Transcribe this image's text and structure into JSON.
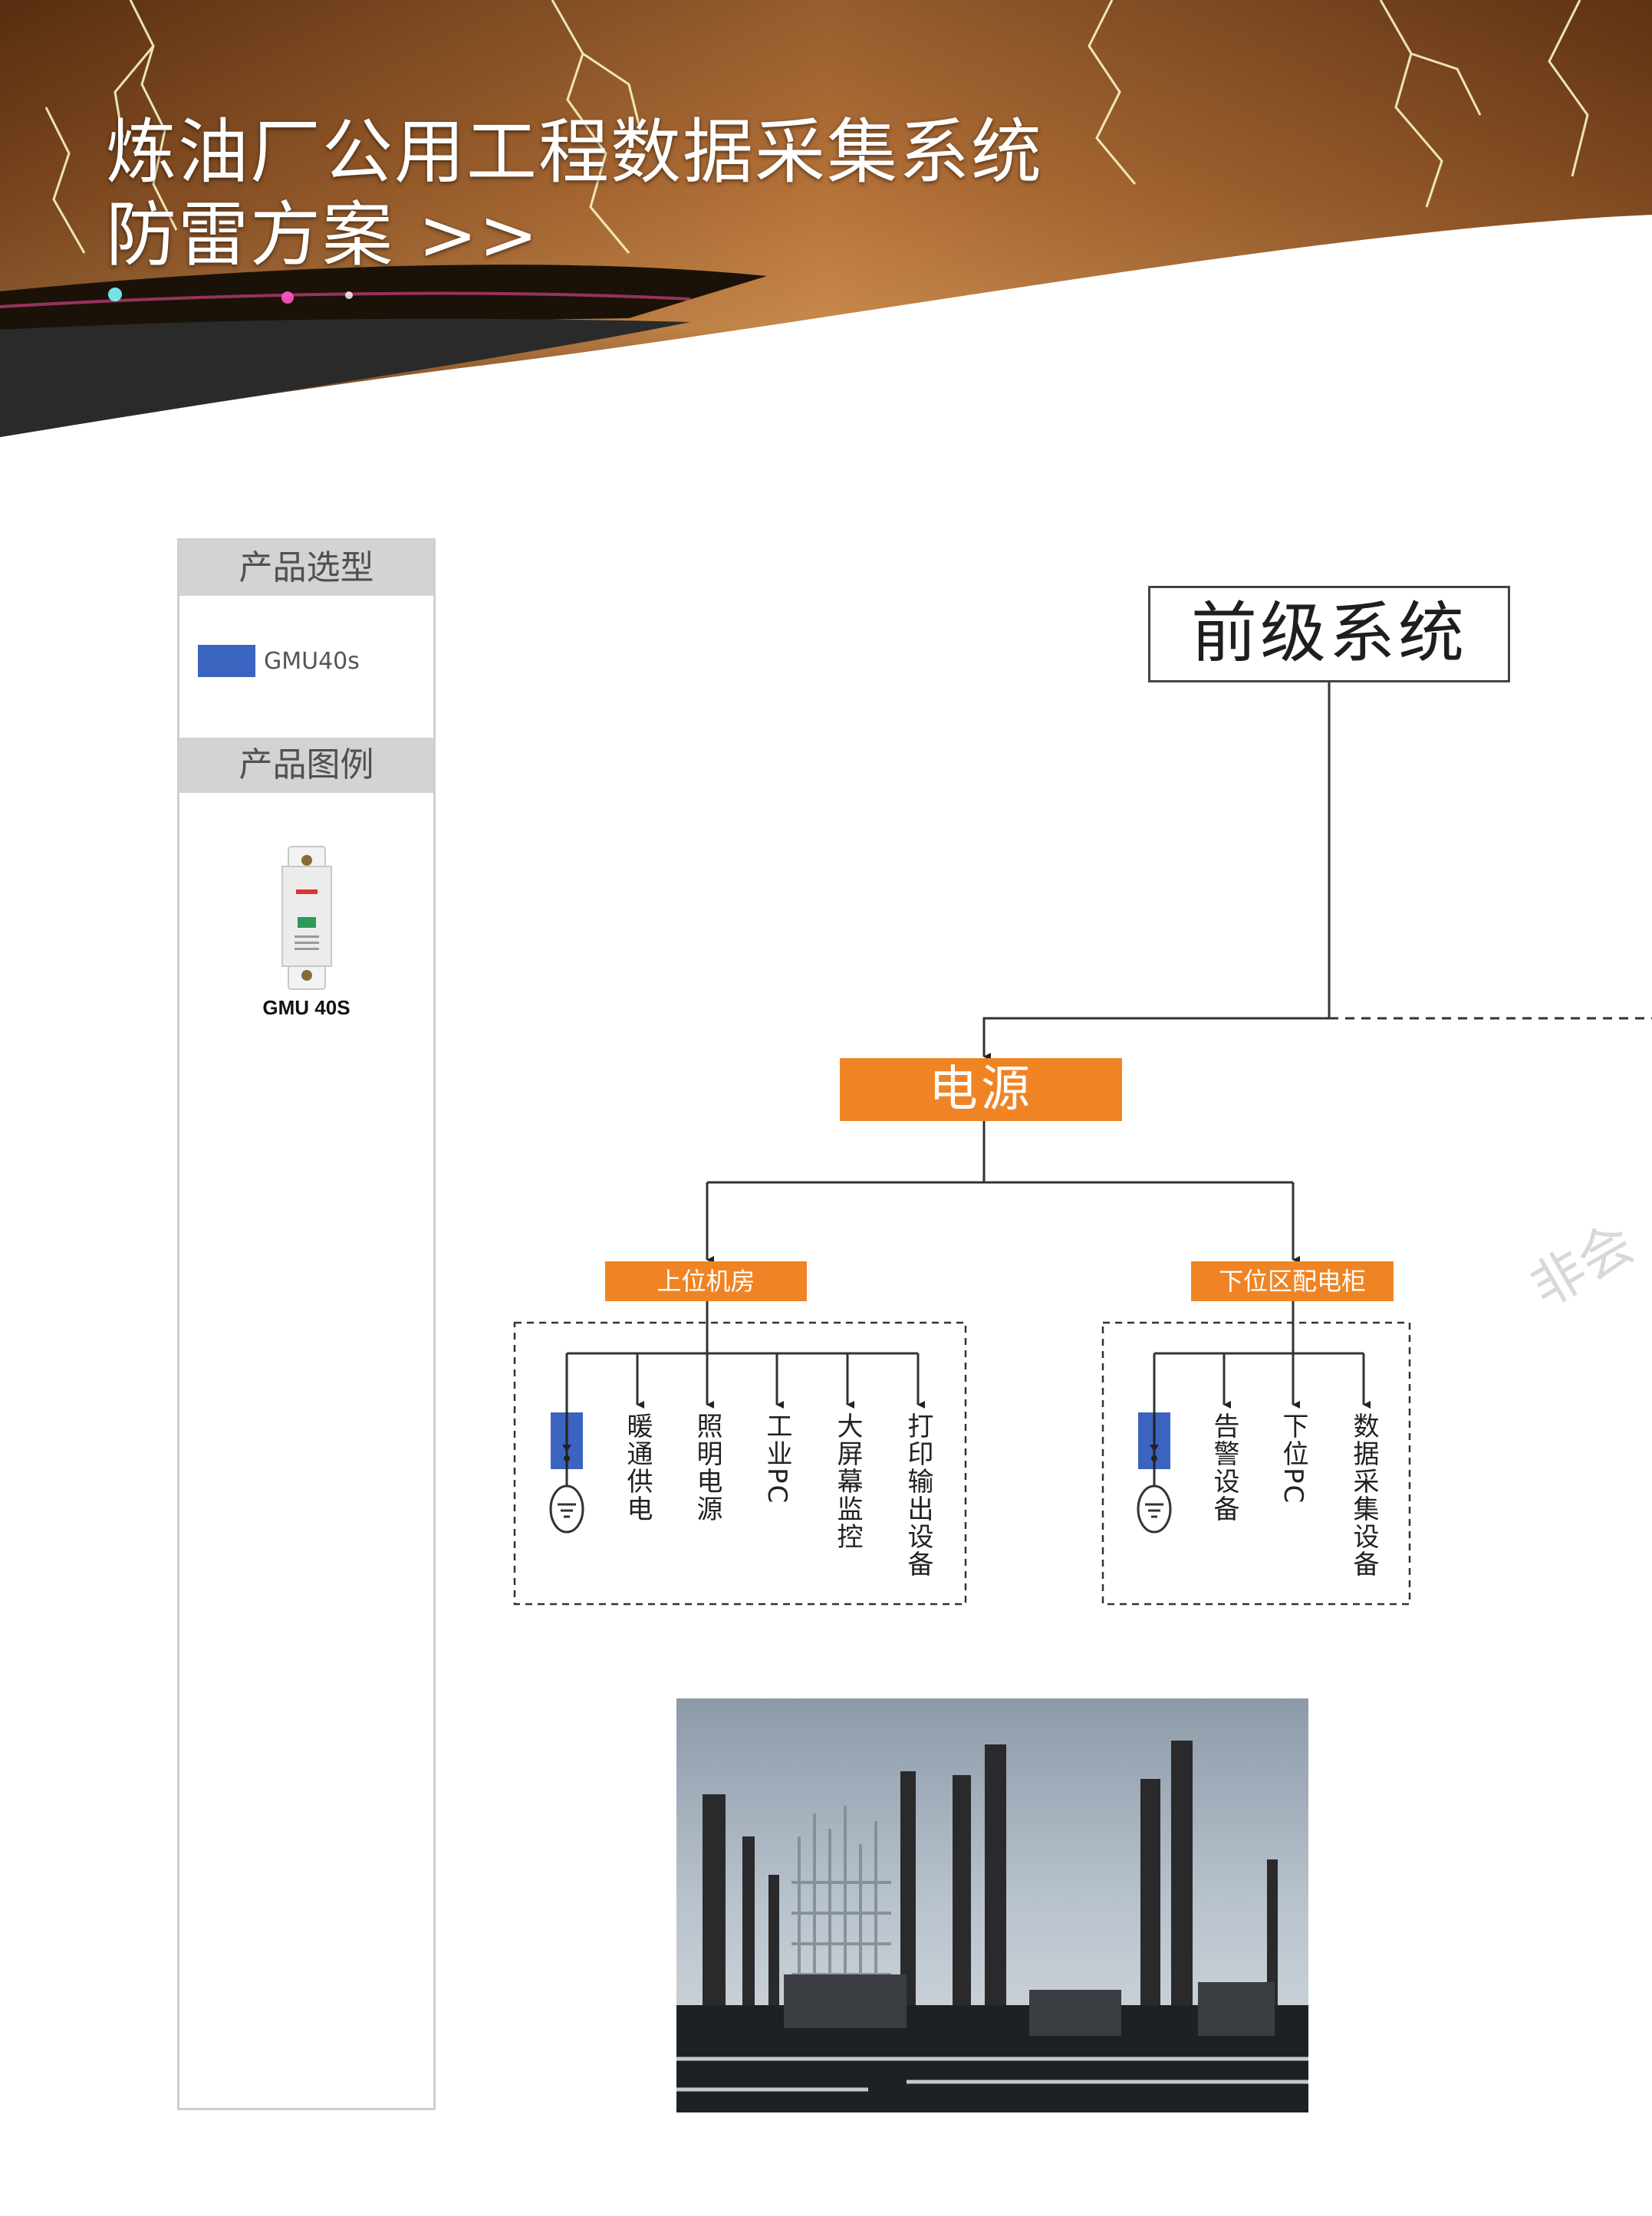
{
  "header": {
    "title_line1": "炼油厂公用工程数据采集系统",
    "title_line2": "防雷方案 >>"
  },
  "sidebar": {
    "selection_heading": "产品选型",
    "selection_item": {
      "color": "#3b64c0",
      "label": "GMU40s"
    },
    "legend_heading": "产品图例",
    "legend_item_label": "GMU 40S"
  },
  "diagram": {
    "top_system": "前级系统",
    "power": "电源",
    "left_location": "上位机房",
    "right_location": "下位区配电柜",
    "left_loads": [
      "暖通供电",
      "照明电源",
      "工业PC",
      "大屏幕监控",
      "打印输出设备"
    ],
    "right_loads": [
      "告警设备",
      "下位PC",
      "数据采集设备"
    ],
    "accent_color": "#f08424",
    "protector_color": "#3b64c0",
    "watermark": "非会"
  },
  "photo": {
    "icon": "refinery-photo"
  }
}
